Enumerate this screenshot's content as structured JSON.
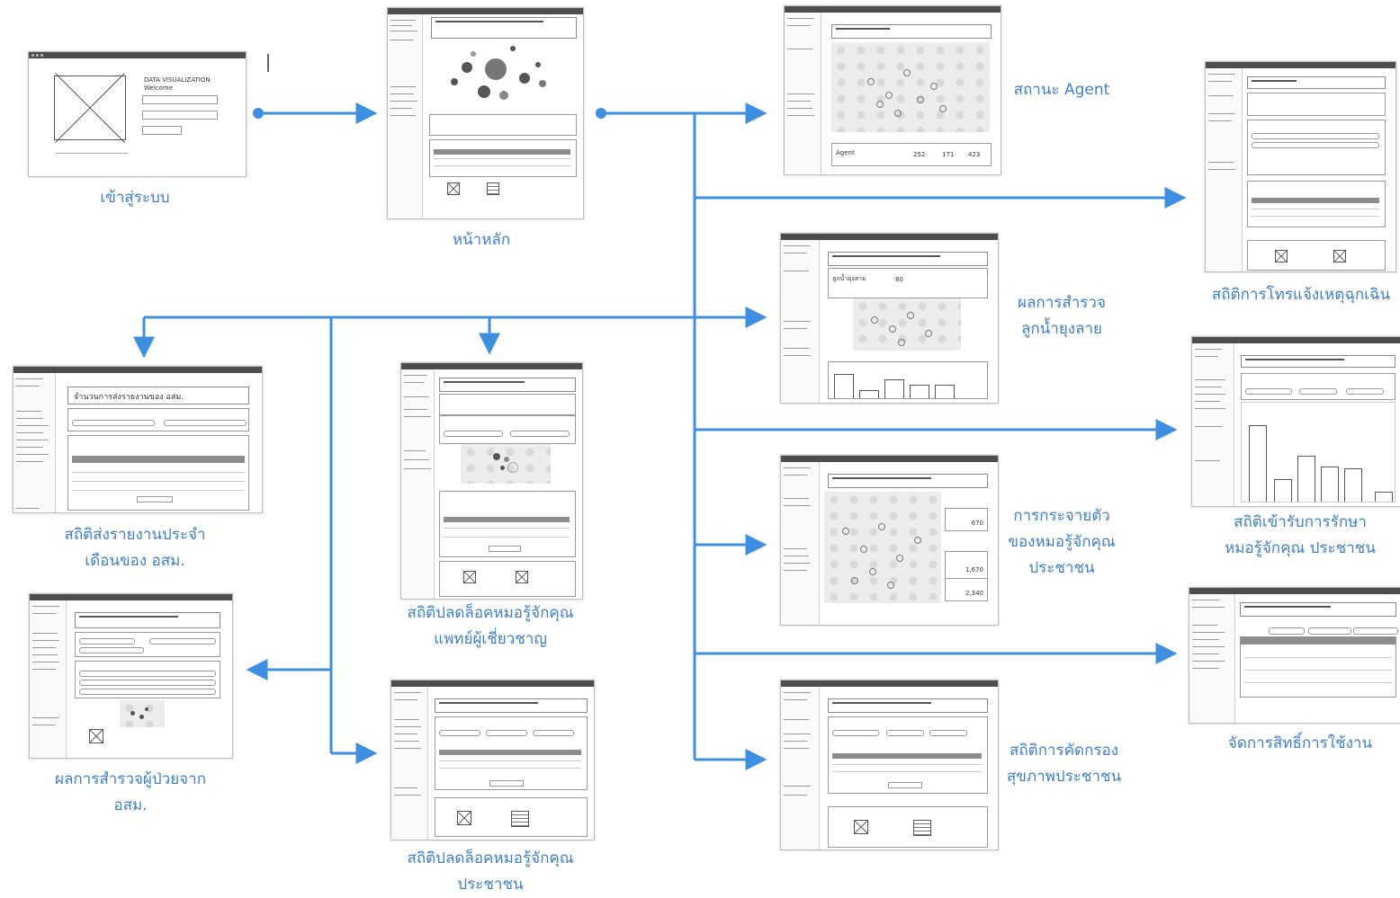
{
  "colors": {
    "flow_arrow": "#3f8fe0",
    "label_text": "#3f7fc6",
    "wireframe_header": "#4d4d4d"
  },
  "labels": {
    "login": "เข้าสู่ระบบ",
    "home": "หน้าหลัก",
    "agent_status": "สถานะ Agent",
    "emergency_calls": "สถิติการโทรแจ้งเหตุฉุกเฉิน",
    "larva_survey": "ผลการสำรวจ\nลูกน้ำยุงลาย",
    "treatment_stats": "สถิติเข้ารับการรักษา\nหมอรู้จักคุณ ประชาชน",
    "doctor_distribution": "การกระจายตัว\nของหมอรู้จักคุณ\nประชาชน",
    "permissions": "จัดการสิทธิ์การใช้งาน",
    "screening_stats": "สถิติการคัดกรอง\nสุขภาพประชาชน",
    "unlock_citizen": "สถิติปลดล็อคหมอรู้จักคุณ\nประชาชน",
    "unlock_specialist": "สถิติปลดล็อคหมอรู้จักคุณ\nแพทย์ผู้เชี่ยวชาญ",
    "vhv_monthly": "สถิติส่งรายงานประจำ\nเดือนของ อสม.",
    "vhv_patient_survey": "ผลการสำรวจผู้ป่วยจาก\nอสม."
  },
  "wireframe_text": {
    "login_title": "DATA VISUALIZATION",
    "login_subtitle": "Welcome",
    "agent_label": "Agent",
    "agent_values": [
      "252",
      "171",
      "423"
    ],
    "larva_title": "ลูกน้ำยุงลาย",
    "larva_value": "80",
    "distribution_values": [
      "670",
      "1,670",
      "2,340"
    ],
    "vhv_monthly_title": "จำนวนการส่งรายงานของ อสม."
  }
}
